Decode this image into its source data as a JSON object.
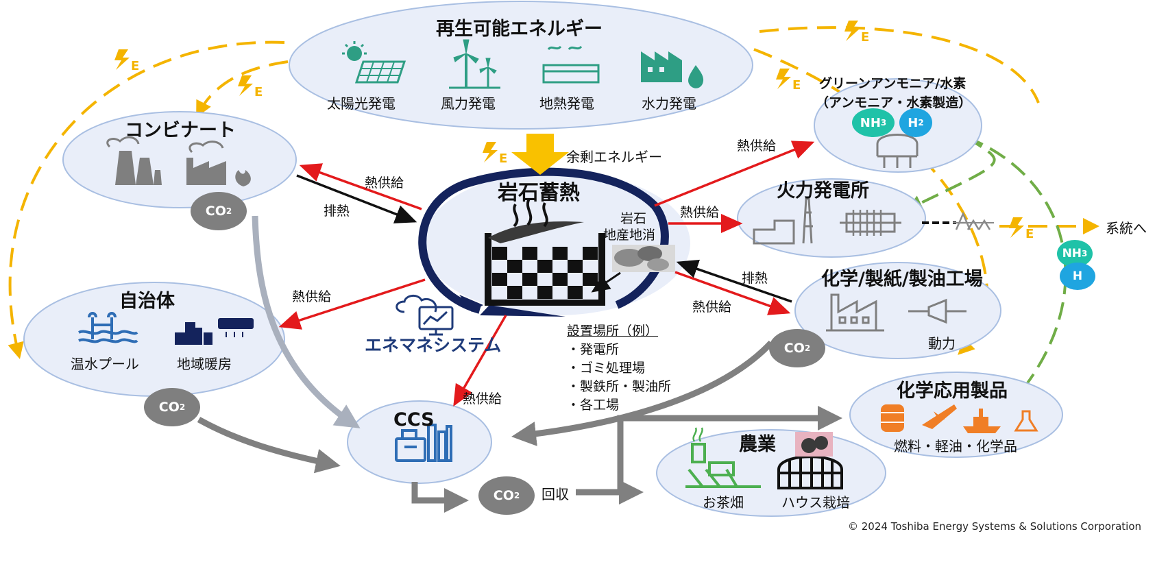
{
  "renewable": {
    "title": "再生可能エネルギー",
    "items": [
      "太陽光発電",
      "風力発電",
      "地熱発電",
      "水力発電"
    ]
  },
  "surplus_label": "余剰エネルギー",
  "center": {
    "title": "岩石蓄熱",
    "rock_label_1": "岩石",
    "rock_label_2": "地産地消"
  },
  "kombinat": {
    "title": "コンビナート"
  },
  "municipality": {
    "title": "自治体",
    "items": [
      "温水プール",
      "地域暖房"
    ]
  },
  "ccs": {
    "title": "CCS"
  },
  "ems": {
    "title": "エネマネシステム"
  },
  "green": {
    "title_1": "グリーンアンモニア/水素",
    "title_2": "（アンモニア・水素製造）",
    "nh": "NH",
    "nh_sub": "3",
    "h": "H",
    "h_sub": "2"
  },
  "thermal": {
    "title": "火力発電所"
  },
  "grid": {
    "label": "系統へ"
  },
  "chemical": {
    "title": "化学/製紙/製油工場",
    "power": "動力"
  },
  "applied": {
    "title": "化学応用製品",
    "subtitle": "燃料・軽油・化学品"
  },
  "agri": {
    "title": "農業",
    "items": [
      "お茶畑",
      "ハウス栽培"
    ]
  },
  "sites": {
    "header": "設置場所（例）",
    "items": [
      "・発電所",
      "・ゴミ処理場",
      "・製鉄所・製油所",
      "・各工場"
    ]
  },
  "co2": {
    "text": "CO",
    "sub": "2"
  },
  "arrows": {
    "heat_supply": "熱供給",
    "exhaust_heat": "排熱",
    "recovery": "回収"
  },
  "bolt_letter": "E",
  "side_nh": "NH",
  "side_nh_sub": "3",
  "side_h": "H",
  "copyright": "© 2024 Toshiba Energy Systems & Solutions Corporation",
  "colors": {
    "ellipse_fill": "#e9eef9",
    "ellipse_stroke": "#a9bfe2",
    "bolt": "#f4b400",
    "heat_arrow": "#e31a1c",
    "exhaust_arrow": "#111111",
    "co2_arrow": "#808080",
    "green_dash": "#70ad47",
    "teal_icon": "#2e9e84",
    "navy": "#14235c",
    "nh3": "#1fc2a8",
    "h2": "#1fa5e0"
  }
}
